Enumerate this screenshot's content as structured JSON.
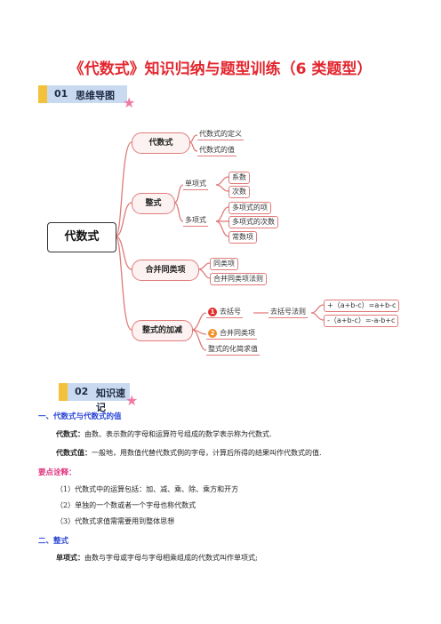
{
  "title": "《代数式》知识归纳与题型训练（6 类题型）",
  "section1": {
    "num": "01",
    "label": "思维导图"
  },
  "section2": {
    "num": "02",
    "label": "知识速记"
  },
  "mindmap": {
    "root": "代数式",
    "branches": {
      "daishushi": {
        "label": "代数式",
        "children": [
          "代数式的定义",
          "代数式的值"
        ]
      },
      "zhengshi": {
        "label": "整式",
        "danxiangshi": {
          "label": "单项式",
          "children": [
            "系数",
            "次数"
          ]
        },
        "duoxiangshi": {
          "label": "多项式",
          "children": [
            "多项式的项",
            "多项式的次数",
            "常数项"
          ]
        }
      },
      "hebing": {
        "label": "合并同类项",
        "children": [
          "同类项",
          "合并同类项法则"
        ]
      },
      "jiajian": {
        "label": "整式的加减",
        "item1": {
          "badge": "1",
          "label": "去括号",
          "rule": "去括号法则",
          "formulas": [
            "+（a+b-c）=a+b-c",
            "-（a+b-c）=-a-b+c"
          ]
        },
        "item2": {
          "badge": "2",
          "label": "合并同类项"
        },
        "item3": {
          "label": "整式的化简求值"
        }
      }
    }
  },
  "content": {
    "h1": "一、代数式与代数式的值",
    "p1_term": "代数式：",
    "p1_text": "由数、表示数的字母和运算符号组成的数学表示称为代数式.",
    "p2_term": "代数式值：",
    "p2_text": "一般地，用数值代替代数式例的字母，计算后所得的结果叫作代数式的值.",
    "note_head": "要点诠释：",
    "notes": [
      "（1）代数式中的运算包括：加、减、乘、除、乘方和开方",
      "（2）单独的一个数或者一个字母也称代数式",
      "（3）代数式求值需需要用到整体思想"
    ],
    "h2": "二、整式",
    "p3_term": "单项式：",
    "p3_text": "由数与字母或字母与字母相乘组成的代数式叫作单项式;"
  },
  "colors": {
    "title": "#e3262e",
    "branch": "#e07a7a",
    "heading_blue": "#2a45d6",
    "heading_pink": "#e0307a",
    "banner": "#c9daf0",
    "stripe": "#f3c23a",
    "badge_red": "#e0302a",
    "badge_orange": "#f0902a"
  }
}
